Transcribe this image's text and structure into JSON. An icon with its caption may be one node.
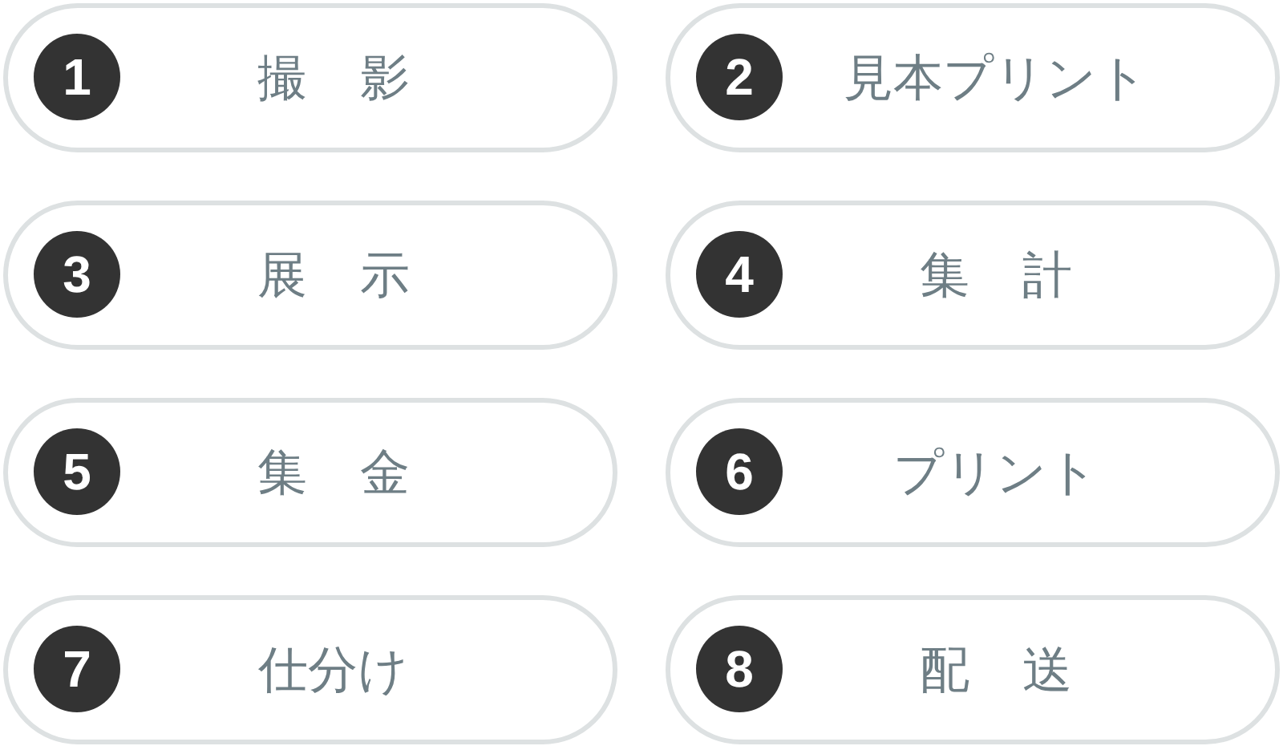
{
  "diagram": {
    "nodes": [
      {
        "text": [
          "1",
          "撮影"
        ]
      },
      {
        "text": [
          "2",
          "見本プリント"
        ]
      },
      {
        "text": [
          "3",
          "展示"
        ]
      },
      {
        "text": [
          "4",
          "集計"
        ]
      },
      {
        "text": [
          "5",
          "集金"
        ]
      },
      {
        "text": [
          "6",
          "プリント"
        ]
      },
      {
        "text": [
          "7",
          "仕分け"
        ]
      },
      {
        "text": [
          "8",
          "配送"
        ]
      }
    ]
  }
}
